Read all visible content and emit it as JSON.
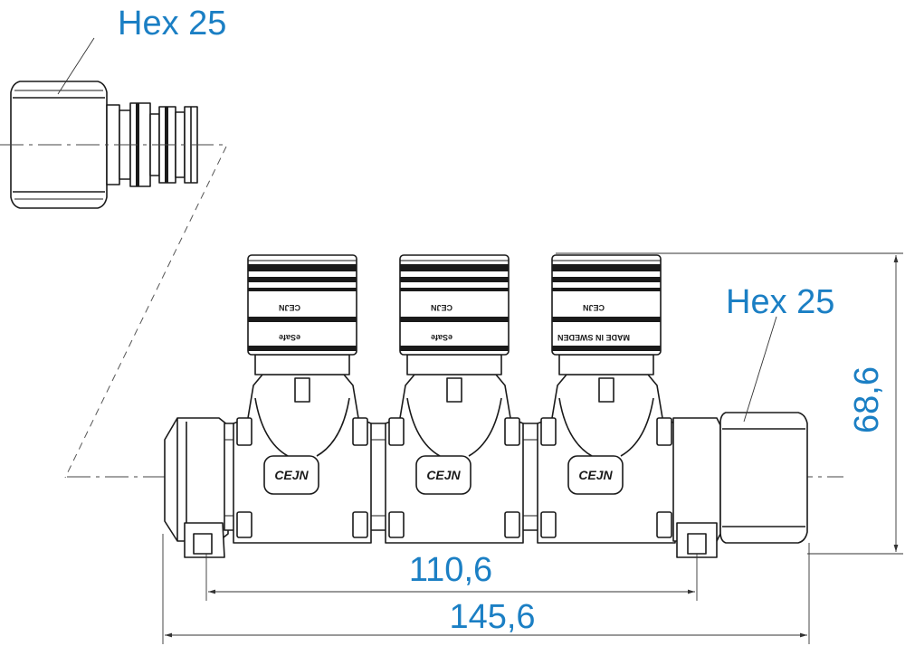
{
  "colors": {
    "annotation": "#1b7fc4",
    "line": "#1a1a1a",
    "background": "#ffffff"
  },
  "labels": {
    "hex_top": "Hex 25",
    "hex_right": "Hex 25",
    "height": "68,6",
    "inner_width": "110,6",
    "overall_width": "145,6"
  },
  "couplings": [
    {
      "logo": "CEJN",
      "print": "eSafe"
    },
    {
      "logo": "CEJN",
      "print": "eSafe"
    },
    {
      "logo": "CEJN",
      "print": "MADE IN SWEDEN"
    }
  ],
  "manifold_logos": [
    "CEJN",
    "CEJN",
    "CEJN"
  ]
}
